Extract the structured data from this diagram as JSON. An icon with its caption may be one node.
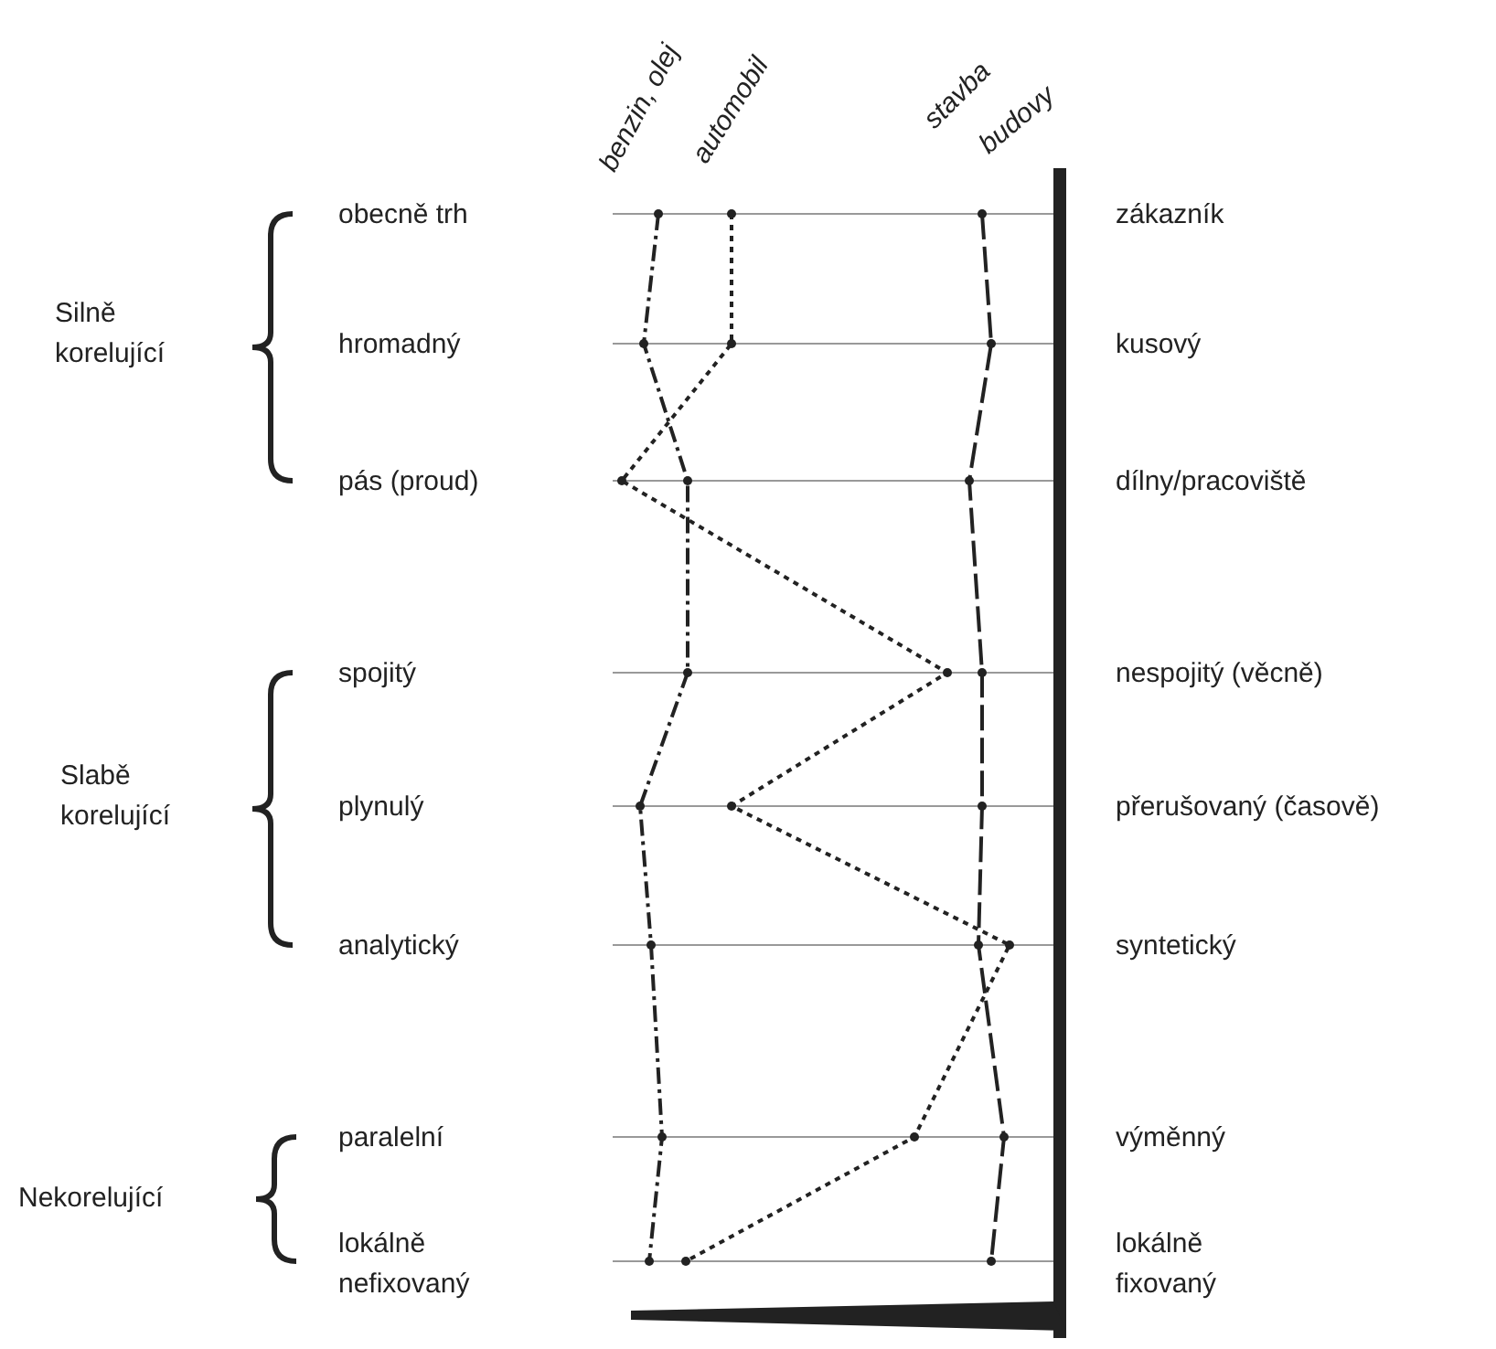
{
  "diagram": {
    "labels": [
      "benzin, olej",
      "automobil",
      "stavba",
      "budovy",
      "obecně trh",
      "zákazník",
      "Silně korelující",
      "hromadný",
      "kusový",
      "pás (proud)",
      "dílny/pracoviště",
      "spojitý",
      "nespojitý (věcně)",
      "Slabě korelující",
      "plynulý",
      "přerušovaný (časově)",
      "analytický",
      "syntetický",
      "paralelní",
      "výměnný",
      "Nekorelující",
      "lokálně nefixovaný",
      "lokálně fixovaný"
    ]
  }
}
